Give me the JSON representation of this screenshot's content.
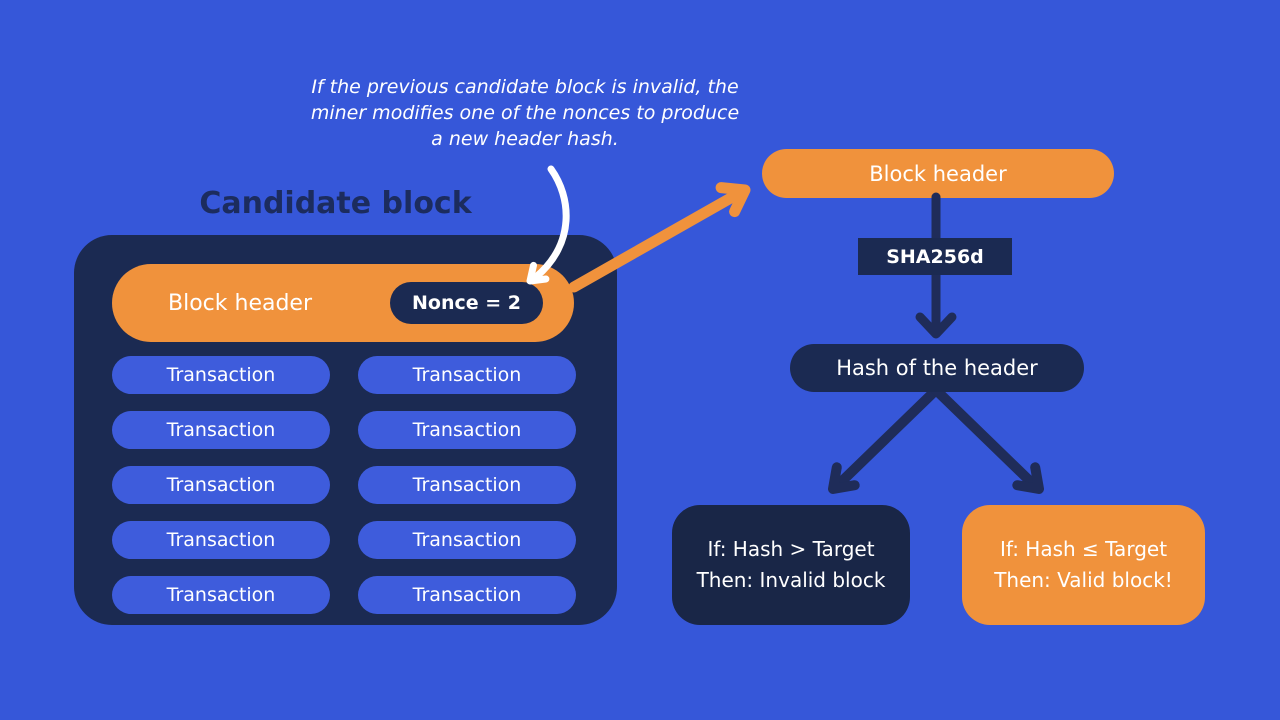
{
  "colors": {
    "background": "#3657D9",
    "panel_navy": "#1B2A52",
    "invalid_navy": "#192647",
    "pill_blue": "#3E5CDC",
    "orange": "#F0923C",
    "arrow_navy": "#1F2C59",
    "title_navy": "#1C2C5E",
    "text_white": "#FFFFFF"
  },
  "note": {
    "lines": [
      "If the previous candidate block is invalid, the",
      "miner modifies one of the nonces to produce",
      "a new header hash."
    ]
  },
  "candidate_block": {
    "title": "Candidate block",
    "header": {
      "label": "Block header",
      "nonce": "Nonce = 2"
    },
    "transactions": [
      "Transaction",
      "Transaction",
      "Transaction",
      "Transaction",
      "Transaction",
      "Transaction",
      "Transaction",
      "Transaction",
      "Transaction",
      "Transaction"
    ]
  },
  "pipeline": {
    "block_header": "Block header",
    "hash_function": "SHA256d",
    "hash_output": "Hash of the header",
    "invalid_case": {
      "line1": "If: Hash > Target",
      "line2": "Then: Invalid block"
    },
    "valid_case": {
      "line1": "If: Hash ≤ Target",
      "line2": "Then: Valid block!"
    }
  }
}
